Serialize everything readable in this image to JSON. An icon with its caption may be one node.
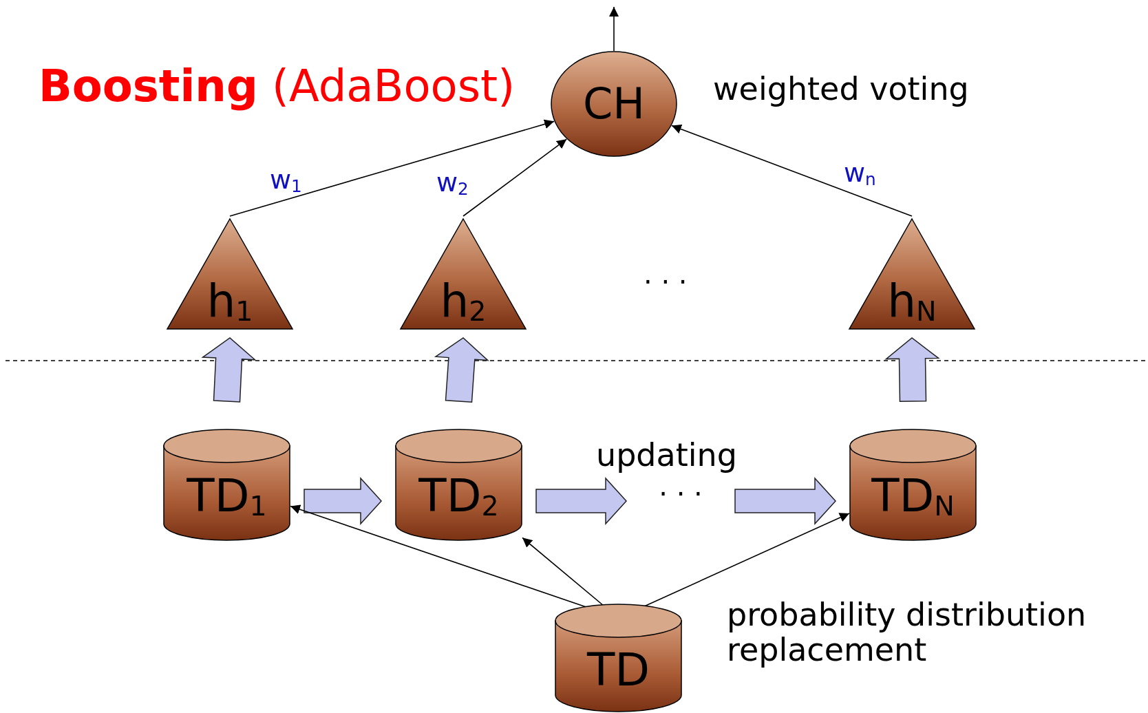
{
  "diagram": {
    "title": "**Boosting** (AdaBoost)",
    "nodes": [
      {
        "text": [
          "CH"
        ]
      },
      {
        "text": [
          "h$_{1}$"
        ]
      },
      {
        "text": [
          "h$_{2}$"
        ]
      },
      {
        "text": [
          "h$_{N}$"
        ]
      },
      {
        "text": [
          "TD$_{1}$"
        ]
      },
      {
        "text": [
          "TD$_{2}$"
        ]
      },
      {
        "text": [
          "· · ·"
        ]
      },
      {
        "text": [
          "TD$_{N}$"
        ]
      },
      {
        "text": [
          "TD"
        ]
      }
    ],
    "edges": [
      {
        "from": 1,
        "to": 0,
        "arrow": "to",
        "label": "w$_{1}$"
      },
      {
        "from": 2,
        "to": 0,
        "arrow": "to",
        "label": "w$_{2}$"
      },
      {
        "from": 3,
        "to": 0,
        "arrow": "to",
        "label": "w$_{n}$"
      },
      {
        "from": 0,
        "to": null,
        "arrow": "to"
      },
      {
        "from": 4,
        "to": 1,
        "arrow": "to",
        "style": "thick",
        "color": "#c4c8f0"
      },
      {
        "from": 5,
        "to": 2,
        "arrow": "to",
        "style": "thick",
        "color": "#c4c8f0"
      },
      {
        "from": 7,
        "to": 3,
        "arrow": "to",
        "style": "thick",
        "color": "#c4c8f0"
      },
      {
        "from": 4,
        "to": 5,
        "arrow": "to",
        "style": "thick",
        "color": "#c4c8f0"
      },
      {
        "from": 5,
        "to": 6,
        "arrow": "to",
        "style": "thick",
        "color": "#c4c8f0"
      },
      {
        "from": 6,
        "to": 7,
        "arrow": "to",
        "style": "thick",
        "color": "#c4c8f0"
      },
      {
        "from": 8,
        "to": 4,
        "arrow": "to"
      },
      {
        "from": 8,
        "to": 5,
        "arrow": "to"
      },
      {
        "from": 8,
        "to": 7,
        "arrow": "to"
      }
    ],
    "labels": [
      "weighted voting",
      "· · ·",
      "updating",
      "probability distribution replacement"
    ]
  }
}
